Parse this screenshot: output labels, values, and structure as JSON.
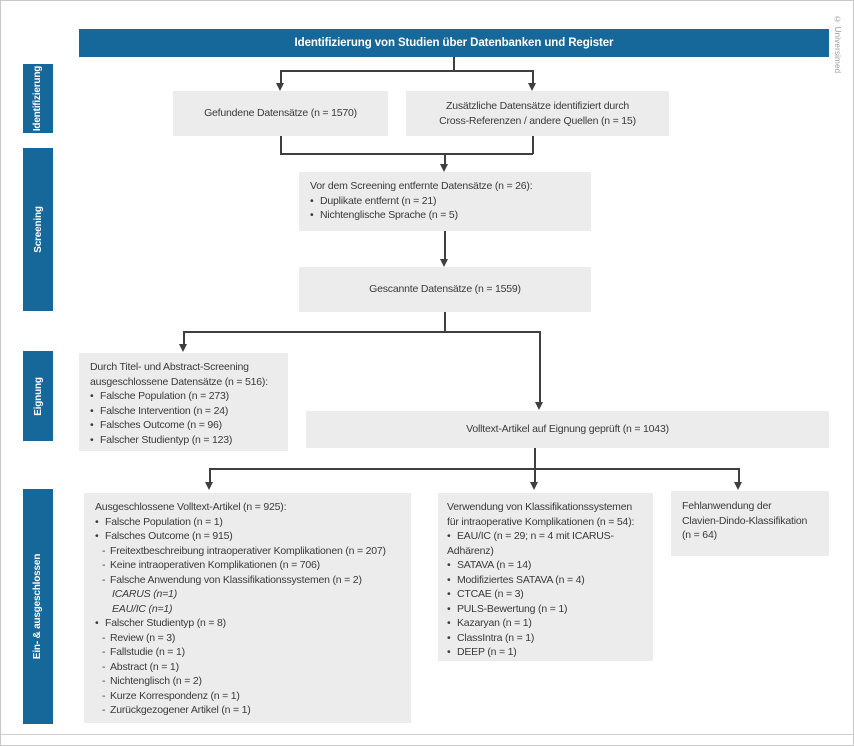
{
  "credit": "© Universimed",
  "colors": {
    "accent": "#16689b",
    "boxbg": "#ececec",
    "line": "#3f3f3f",
    "text": "#3a3a3a"
  },
  "header": {
    "title": "Identifizierung von Studien über Datenbanken und Register"
  },
  "sidebar": {
    "stages": [
      "Identifizierung",
      "Screening",
      "Eignung",
      "Ein- & ausgeschlossen"
    ]
  },
  "flow": {
    "found": {
      "lines": [
        {
          "t": "Gefundene Datensätze (n = 1570)"
        }
      ]
    },
    "additional": {
      "lines": [
        {
          "t": "Zusätzliche Datensätze identifiziert durch"
        },
        {
          "t": "Cross-Referenzen / andere Quellen (n = 15)"
        }
      ]
    },
    "removed_before_screening": {
      "lines": [
        {
          "t": "Vor dem Screening entfernte Datensätze (n = 26):"
        },
        {
          "t": "Duplikate entfernt (n = 21)",
          "b": "•"
        },
        {
          "t": "Nichtenglische Sprache (n = 5)",
          "b": "•"
        }
      ]
    },
    "scanned": {
      "lines": [
        {
          "t": "Gescannte Datensätze (n = 1559)"
        }
      ]
    },
    "title_abstract_excluded": {
      "lines": [
        {
          "t": "Durch Titel- und Abstract-Screening"
        },
        {
          "t": "ausgeschlossene Datensätze (n = 516):"
        },
        {
          "t": "Falsche Population (n = 273)",
          "b": "•"
        },
        {
          "t": "Falsche Intervention (n = 24)",
          "b": "•"
        },
        {
          "t": "Falsches Outcome (n = 96)",
          "b": "•"
        },
        {
          "t": "Falscher Studientyp (n = 123)",
          "b": "•"
        }
      ]
    },
    "fulltext_assessed": {
      "lines": [
        {
          "t": "Volltext-Artikel auf Eignung geprüft (n = 1043)"
        }
      ]
    },
    "fulltext_excluded": {
      "lines": [
        {
          "t": "Ausgeschlossene Volltext-Artikel (n = 925):"
        },
        {
          "t": "Falsche Population (n = 1)",
          "b": "•"
        },
        {
          "t": "Falsches Outcome (n = 915)",
          "b": "•"
        },
        {
          "t": "Freitextbeschreibung intraoperativer Komplikationen (n = 207)",
          "b": "-",
          "ind": 1
        },
        {
          "t": "Keine intraoperativen Komplikationen (n = 706)",
          "b": "-",
          "ind": 1
        },
        {
          "t": "Falsche Anwendung von Klassifikationssystemen (n = 2)",
          "b": "-",
          "ind": 1
        },
        {
          "t": "ICARUS (n=1)",
          "ind": 2,
          "it": true
        },
        {
          "t": "EAU/IC (n=1)",
          "ind": 2,
          "it": true
        },
        {
          "t": "Falscher Studientyp (n = 8)",
          "b": "•"
        },
        {
          "t": "Review (n = 3)",
          "b": "-",
          "ind": 1
        },
        {
          "t": "Fallstudie (n = 1)",
          "b": "-",
          "ind": 1
        },
        {
          "t": "Abstract (n = 1)",
          "b": "-",
          "ind": 1
        },
        {
          "t": "Nichtenglisch (n = 2)",
          "b": "-",
          "ind": 1
        },
        {
          "t": "Kurze Korrespondenz (n = 1)",
          "b": "-",
          "ind": 1
        },
        {
          "t": "Zurückgezogener Artikel (n = 1)",
          "b": "-",
          "ind": 1
        }
      ]
    },
    "classification_systems": {
      "lines": [
        {
          "t": "Verwendung von Klassifikationssystemen"
        },
        {
          "t": "für intraoperative Komplikationen (n = 54):"
        },
        {
          "t": "EAU/IC (n = 29; n = 4 mit ICARUS-",
          "b": "•"
        },
        {
          "t": "Adhärenz)"
        },
        {
          "t": "SATAVA (n = 14)",
          "b": "•"
        },
        {
          "t": "Modifiziertes SATAVA (n = 4)",
          "b": "•"
        },
        {
          "t": "CTCAE (n = 3)",
          "b": "•"
        },
        {
          "t": "PULS-Bewertung (n = 1)",
          "b": "•"
        },
        {
          "t": "Kazaryan (n = 1)",
          "b": "•"
        },
        {
          "t": "ClassIntra (n = 1)",
          "b": "•"
        },
        {
          "t": "DEEP (n = 1)",
          "b": "•"
        }
      ]
    },
    "clavien_dindo_misuse": {
      "lines": [
        {
          "t": "Fehlanwendung der"
        },
        {
          "t": "Clavien-Dindo-Klassifikation"
        },
        {
          "t": "(n = 64)"
        }
      ]
    }
  }
}
